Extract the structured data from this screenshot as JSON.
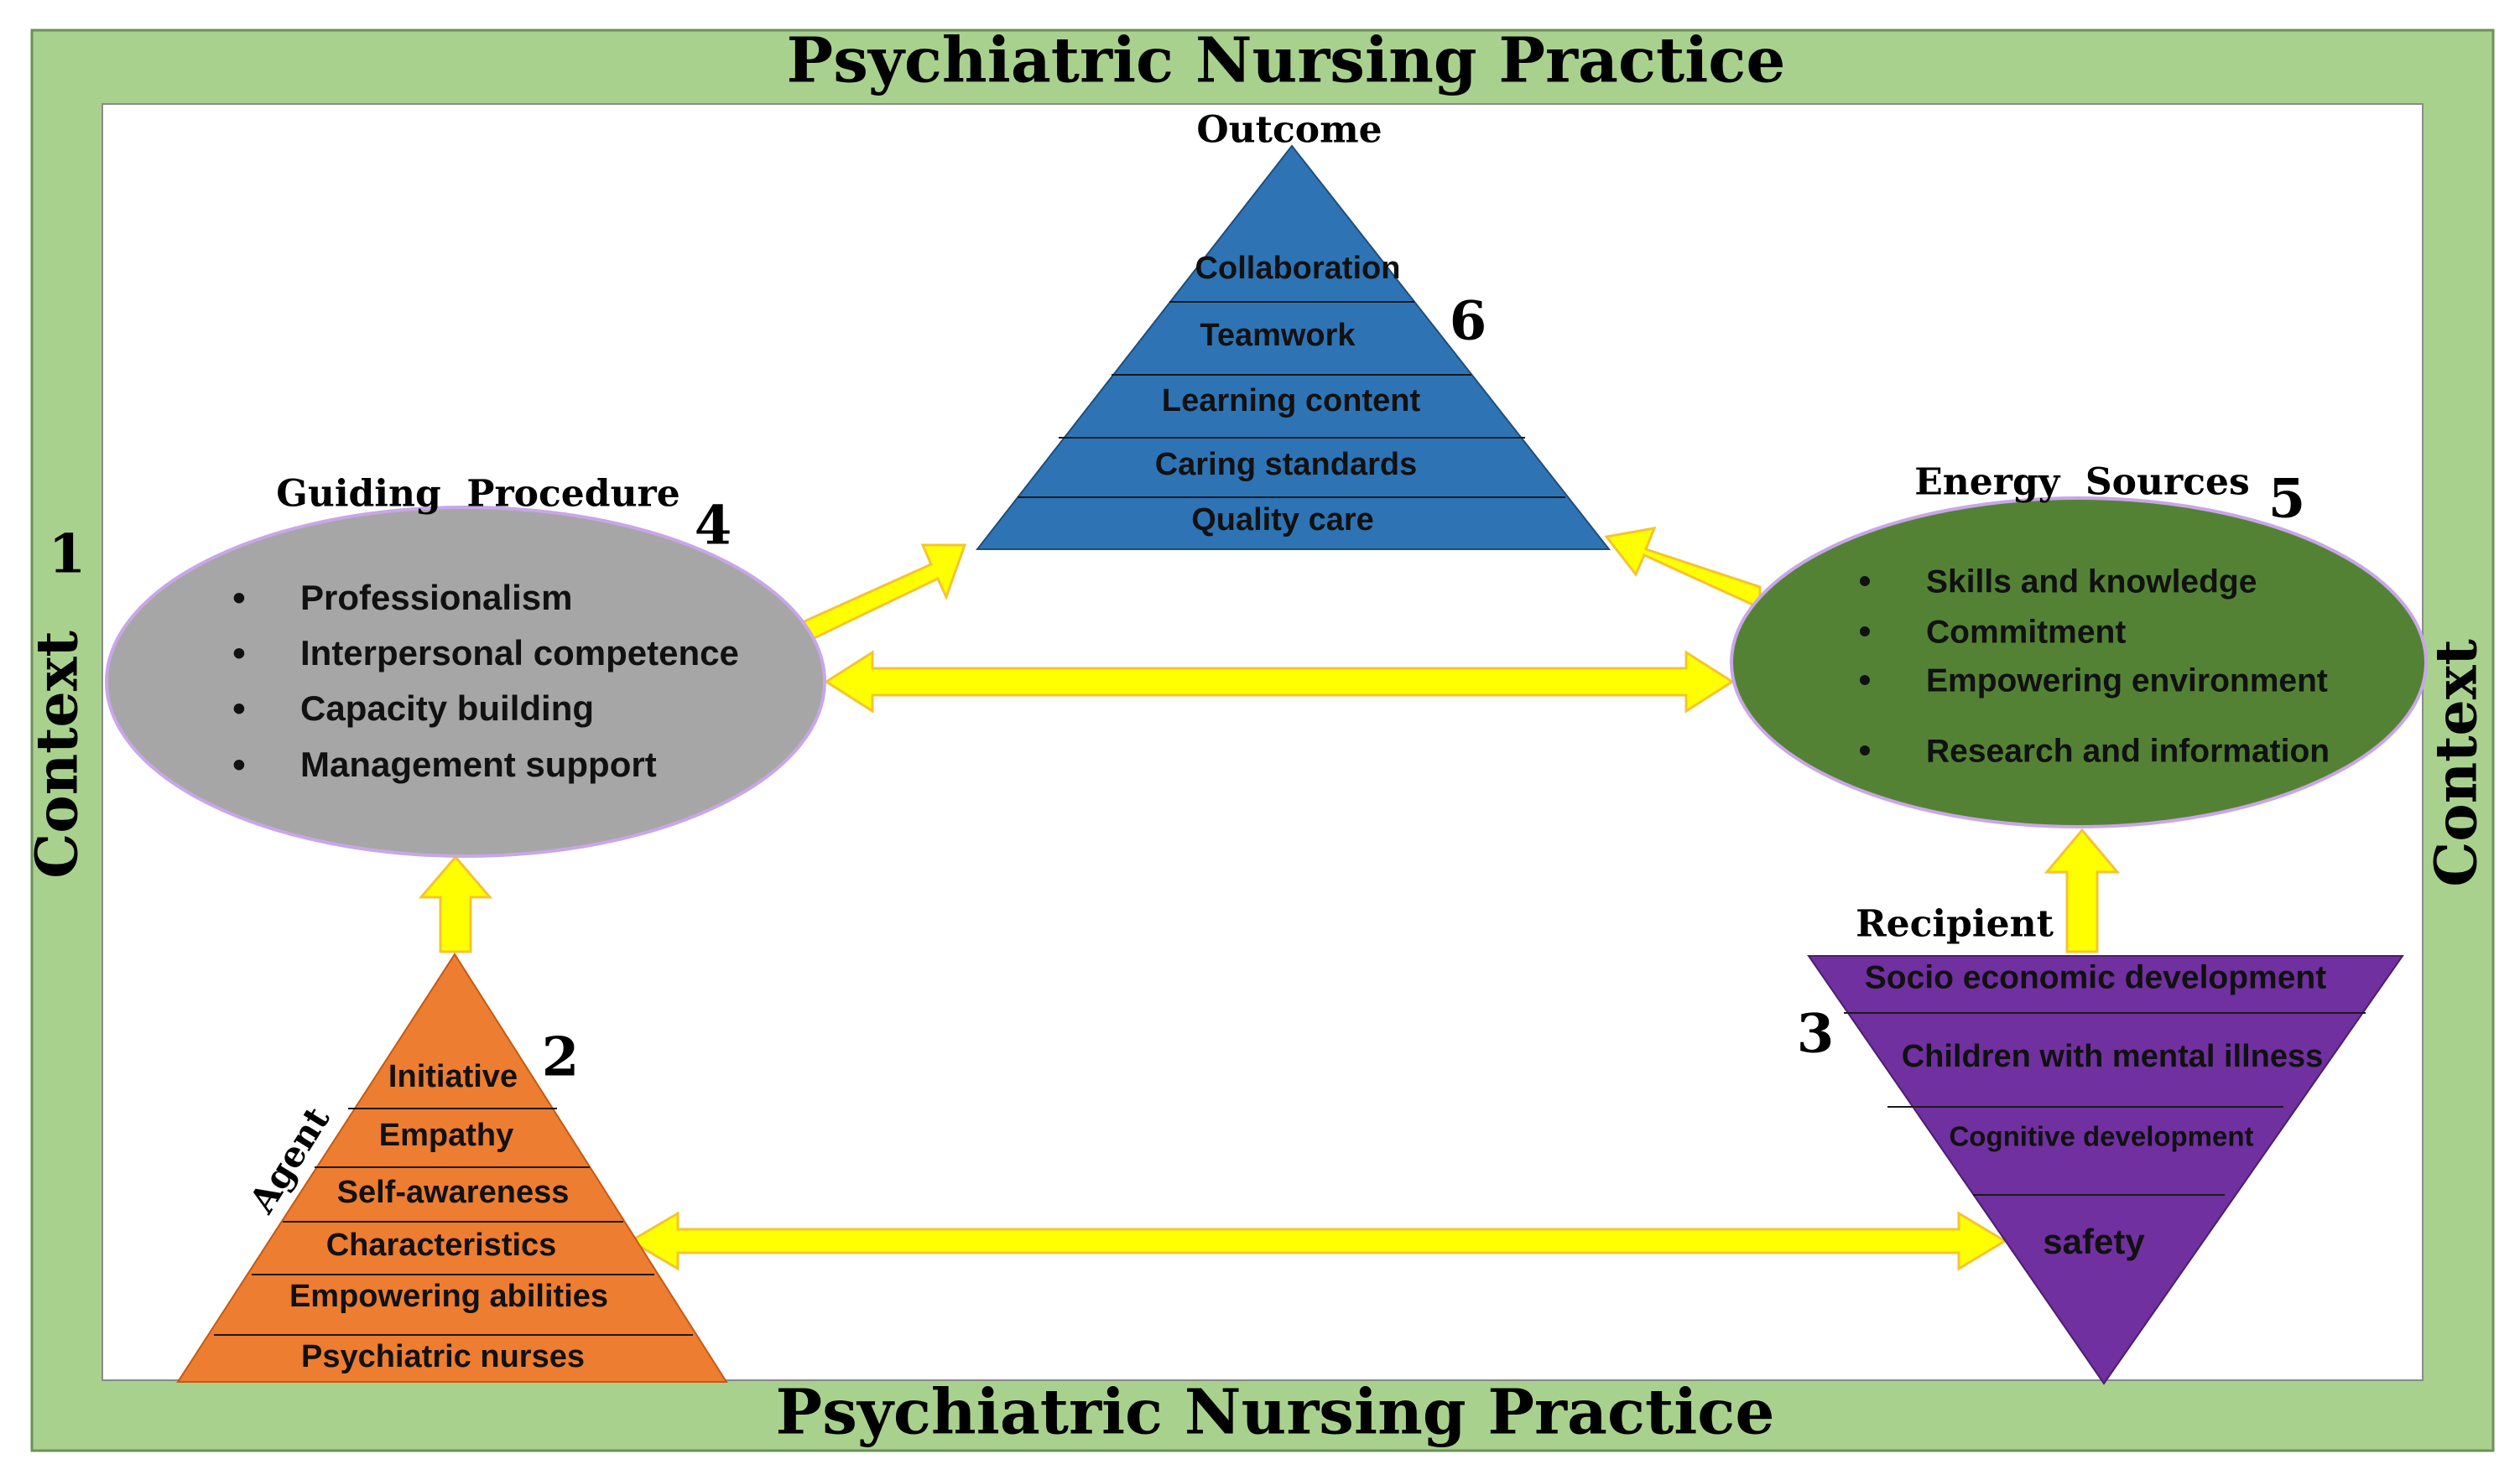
{
  "colors": {
    "frame_green": "#a9d18e",
    "arrow_yellow": "#ffff00",
    "arrow_outline": "#f4c430",
    "outcome_blue": "#2e74b5",
    "ellipse_grey": "#a6a6a6",
    "energy_green": "#548235",
    "agent_orange": "#ed7d31",
    "recipient_purple": "#7030a0",
    "ellipse_outline": "#c9a6e8"
  },
  "frame": {
    "title_top": "Psychiatric Nursing Practice",
    "title_bottom": "Psychiatric Nursing Practice",
    "context_left": "Context",
    "context_right": "Context"
  },
  "numbers": {
    "n1": "1",
    "n2": "2",
    "n3": "3",
    "n4": "4",
    "n5": "5",
    "n6": "6"
  },
  "outcome": {
    "title": "Outcome",
    "layers": [
      "Collaboration",
      "Teamwork",
      "Learning content",
      "Caring standards",
      "Quality care"
    ]
  },
  "guiding": {
    "title": "Guiding  Procedure",
    "items": [
      "Professionalism",
      "Interpersonal  competence",
      "Capacity  building",
      "Management  support"
    ]
  },
  "energy": {
    "title": "Energy  Sources",
    "items": [
      "Skills and knowledge",
      "Commitment",
      "Empowering environment",
      "Research and information"
    ]
  },
  "agent": {
    "title": "Agent",
    "layers": [
      "Initiative",
      "Empathy",
      "Self-awareness",
      "Characteristics",
      "Empowering abilities",
      "Psychiatric nurses"
    ]
  },
  "recipient": {
    "title": "Recipient",
    "layers": [
      "Socio economic development",
      "Children with mental illness",
      "Cognitive development",
      "safety"
    ]
  },
  "bullet_glyph": "•"
}
